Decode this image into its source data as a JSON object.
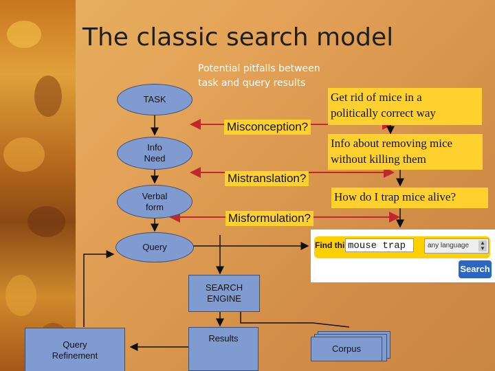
{
  "title": "The classic search model",
  "pitfalls_note": [
    "Potential pitfalls between",
    "task and query results"
  ],
  "stages": {
    "task": "TASK",
    "info_need": "Info\nNeed",
    "verbal_form": "Verbal\nform",
    "query": "Query"
  },
  "pitfalls": {
    "misconception": "Misconception?",
    "mistranslation": "Mistranslation?",
    "misformulation": "Misformulation?"
  },
  "examples": {
    "task": [
      "Get rid of mice in a",
      "politically correct way"
    ],
    "info_need": [
      "Info about removing mice",
      "without killing them"
    ],
    "verbal_form": "How do I trap mice alive?"
  },
  "search_widget": {
    "label": "Find this:",
    "query_value": "mouse trap",
    "language": "any language",
    "button": "Search"
  },
  "engine": {
    "search_engine": "SEARCH\nENGINE",
    "results": "Results",
    "query_refinement": "Query\nRefinement",
    "corpus": "Corpus"
  },
  "colors": {
    "background": "#e3a257",
    "node_fill": "#7f9bd0",
    "highlight": "#ffd12e",
    "arrow": "#c0282d"
  }
}
